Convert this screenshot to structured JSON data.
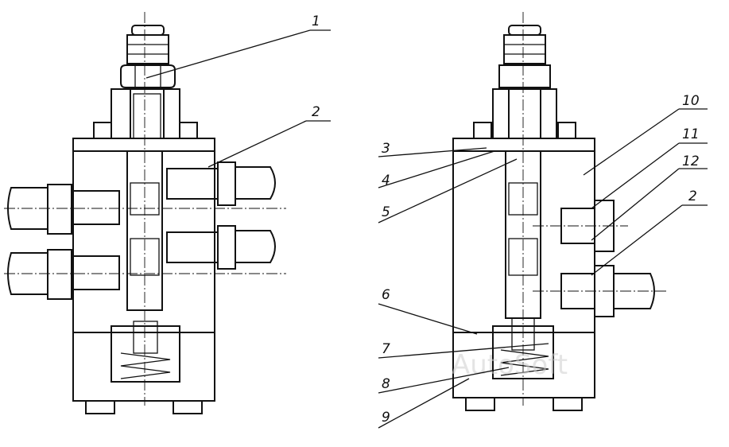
{
  "drawing": {
    "callouts": [
      {
        "id": "c1",
        "number": "1"
      },
      {
        "id": "c2a",
        "number": "2"
      },
      {
        "id": "c2b",
        "number": "2"
      },
      {
        "id": "c3",
        "number": "3"
      },
      {
        "id": "c4",
        "number": "4"
      },
      {
        "id": "c5",
        "number": "5"
      },
      {
        "id": "c6",
        "number": "6"
      },
      {
        "id": "c7",
        "number": "7"
      },
      {
        "id": "c8",
        "number": "8"
      },
      {
        "id": "c9",
        "number": "9"
      },
      {
        "id": "c10",
        "number": "10"
      },
      {
        "id": "c11",
        "number": "11"
      },
      {
        "id": "c12",
        "number": "12"
      }
    ],
    "watermark": "AutoSoft",
    "colors": {
      "ink": "#111111",
      "paper": "#ffffff",
      "watermark": "#cfcfcf"
    }
  }
}
